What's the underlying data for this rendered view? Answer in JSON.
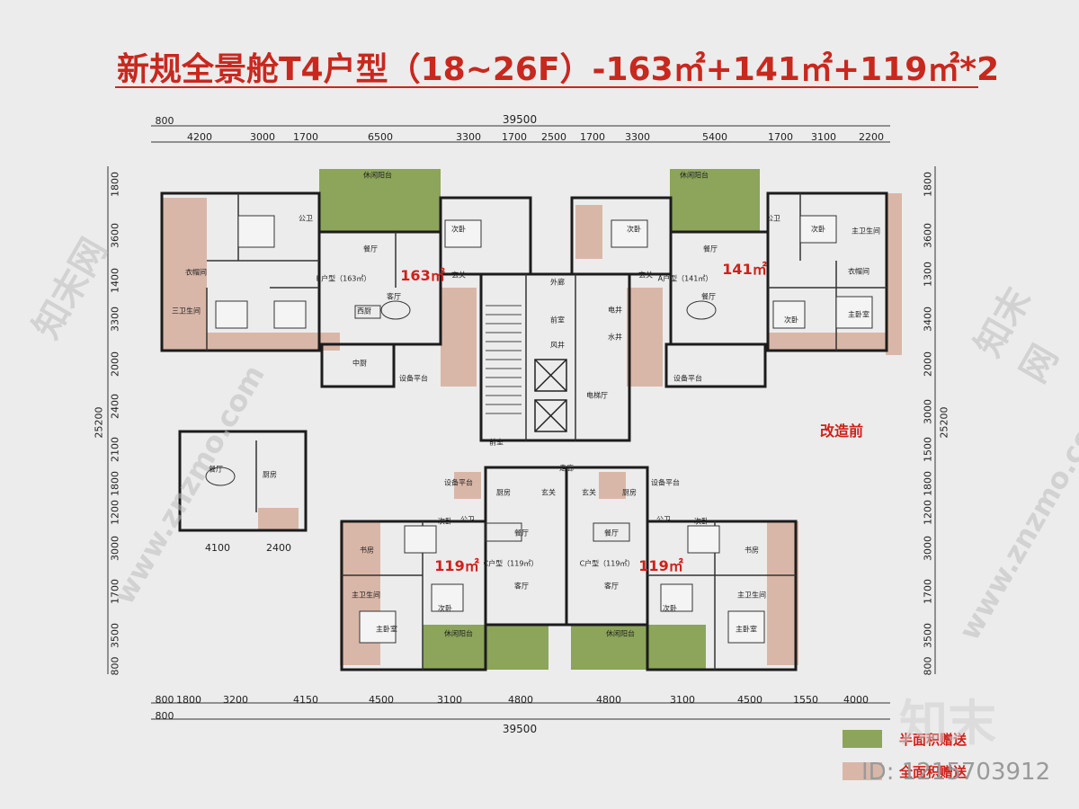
{
  "title": "新规全景舱T4户型（18~26F）-163㎡+141㎡+119㎡*2",
  "top_total": "39500",
  "bottom_total": "39500",
  "top_dims": [
    "800",
    "4200",
    "3000",
    "1700",
    "6500",
    "3300",
    "1700",
    "2500",
    "1700",
    "3300",
    "5400",
    "1700",
    "3100",
    "2200"
  ],
  "bottom_dims": [
    "800",
    "1800",
    "3200",
    "4150",
    "4500",
    "3100",
    "4800",
    "4800",
    "3100",
    "4500",
    "1550",
    "4000"
  ],
  "bottom_extra": "800",
  "left_dims": [
    "1800",
    "3600",
    "1400",
    "3300",
    "2000",
    "2400",
    "2100",
    "1800",
    "1200",
    "3000",
    "1700",
    "3500",
    "800"
  ],
  "left_total": "25200",
  "right_dims": [
    "1800",
    "3600",
    "1300",
    "3400",
    "2000",
    "3000",
    "1500",
    "1800",
    "1200",
    "3000",
    "1700",
    "3500",
    "800"
  ],
  "right_total": "25200",
  "inset_dims": [
    "4100",
    "2400"
  ],
  "areas": [
    "163㎡",
    "141㎡",
    "119㎡",
    "119㎡"
  ],
  "note": "改造前",
  "units": {
    "b": "B户型（163㎡）",
    "a": "A户型（141㎡）",
    "c": "C户型（119㎡）",
    "d": "C户型（119㎡）"
  },
  "rooms": {
    "leisure_balcony": "休闲阳台",
    "living": "客厅",
    "dining": "餐厅",
    "western_kitchen": "西厨",
    "chinese_kitchen": "中厨",
    "equip": "设备平台",
    "public_toilet": "公卫",
    "second_bed": "次卧",
    "master_bed": "主卧室",
    "master_toilet": "主卫生间",
    "cloak": "衣帽间",
    "third_toilet": "三卫生间",
    "study": "书房",
    "foyer": "玄关",
    "front_room": "前室",
    "elevator_hall": "电梯厅",
    "kitchen": "厨房",
    "corridor": "走廊",
    "wind_well": "风井",
    "elec_well": "电井",
    "water_well": "水井",
    "exterior": "外廊"
  },
  "legend": [
    {
      "color": "#8ca55a",
      "label": "半面积赠送"
    },
    {
      "color": "#d9b7a8",
      "label": "全面积赠送"
    }
  ],
  "colors": {
    "green": "#8ca55a",
    "pink": "#d9b7a8",
    "wall": "#1c1c1c",
    "accent": "#c8281e"
  },
  "watermarks": [
    "知末网",
    "www.znzmo.com",
    "知末"
  ],
  "image_id": "ID: 1215703912"
}
